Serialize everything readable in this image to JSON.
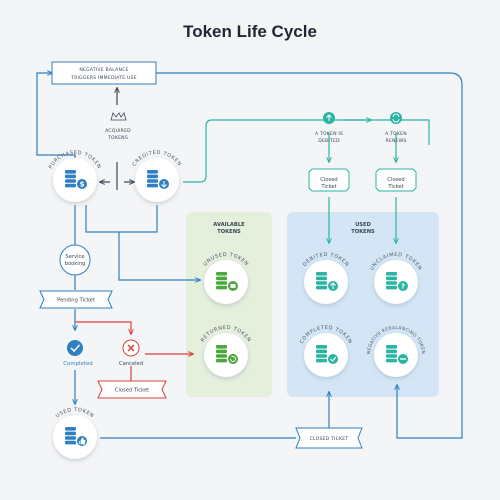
{
  "title": "Token Life Cycle",
  "colors": {
    "blue": "#2f7fc1",
    "teal": "#2bb3a3",
    "red": "#d9423b",
    "green": "#4ca83c",
    "greenPanel": "#e4efdc",
    "bluePanel": "#d4e6f6"
  },
  "nodes": {
    "purchased": {
      "label": "PURCHASED TOKEN",
      "icon": "coins-dollar-icon"
    },
    "credited": {
      "label": "CREDITED TOKEN",
      "icon": "coins-download-icon"
    },
    "unused": {
      "label": "UNUSED TOKEN",
      "icon": "coins-folder-icon"
    },
    "returned": {
      "label": "RETURNED TOKEN",
      "icon": "coins-return-icon"
    },
    "debited": {
      "label": "DEBITED TOKEN",
      "icon": "coins-arrow-up-icon"
    },
    "unclaimed": {
      "label": "UNCLAIMED TOKEN",
      "icon": "coins-question-icon"
    },
    "completed": {
      "label": "COMPLETED TOKEN",
      "icon": "coins-check-icon"
    },
    "negative": {
      "label": "NEGATIVE REBALANCING TOKEN",
      "icon": "coins-minus-icon"
    },
    "used": {
      "label": "USED TOKEN",
      "icon": "coins-thumbs-up-icon"
    }
  },
  "labels": {
    "negativeBalance1": "NEGATIVE BALANCE",
    "negativeBalance2": "TRIGGERS IMMEDIATE USE",
    "acquired1": "ACQUIRED",
    "acquired2": "TOKENS",
    "debitedEvent1": "A TOKEN IS",
    "debitedEvent2": "DEBITED",
    "renewsEvent1": "A TOKEN",
    "renewsEvent2": "RENEWS",
    "closedTicket1": "Closed",
    "closedTicket2": "Ticket",
    "serviceBooking1": "Service",
    "serviceBooking2": "booking",
    "pendingTicket": "Pending Ticket",
    "completed": "Completed",
    "canceled": "Canceled",
    "closedTicket": "Closed Ticket",
    "closedTicketCaps": "CLOSED TICKET",
    "availableTokens1": "AVAILABLE",
    "availableTokens2": "TOKENS",
    "usedTokens1": "USED",
    "usedTokens2": "TOKENS"
  }
}
